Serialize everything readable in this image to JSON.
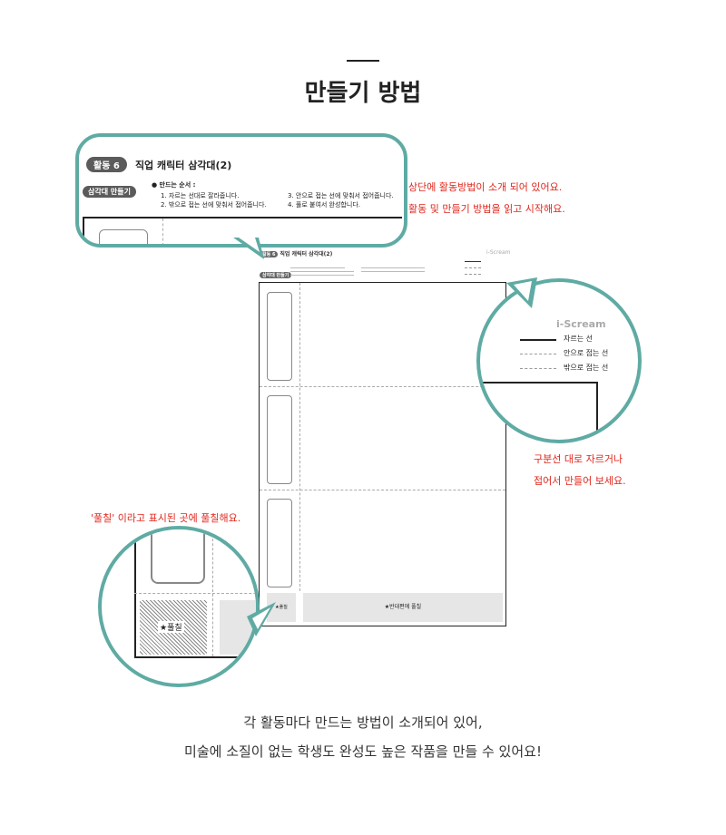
{
  "page": {
    "title": "만들기 방법"
  },
  "activity": {
    "badge": "활동 6",
    "title": "직업 캐릭터 삼각대(2)",
    "section_badge": "삼각대 만들기",
    "steps_heading": "● 만드는 순서 :",
    "steps": [
      "1. 자르는 선대로 잘라줍니다.",
      "2. 밖으로 접는 선에 맞춰서 접어줍니다.",
      "3. 안으로 접는 선에 맞춰서 접어줍니다.",
      "4. 풀로 붙여서 완성합니다."
    ]
  },
  "legend": {
    "brand": "i-Scream",
    "items": [
      "자르는 선",
      "안으로 접는 선",
      "밖으로 접는 선"
    ]
  },
  "sheet": {
    "glue_small": "★풀칠",
    "glue_large": "★반대편에 풀칠"
  },
  "zoom_left": {
    "glue_label": "★풀칠"
  },
  "annotations": {
    "top_line1": "상단에 활동방법이 소개 되어 있어요.",
    "top_line2": "활동 및 만들기 방법을 읽고 시작해요.",
    "right_line1": "구분선 대로 자르거나",
    "right_line2": "접어서 만들어 보세요.",
    "left_line1": "'풀칠' 이라고 표시된 곳에 풀칠해요."
  },
  "bottom": {
    "line1": "각 활동마다 만드는 방법이 소개되어 있어,",
    "line2": "미술에 소질이 없는 학생도 완성도 높은 작품을 만들 수 있어요!"
  },
  "colors": {
    "accent": "#5faba4",
    "annotation": "#e0261c"
  }
}
